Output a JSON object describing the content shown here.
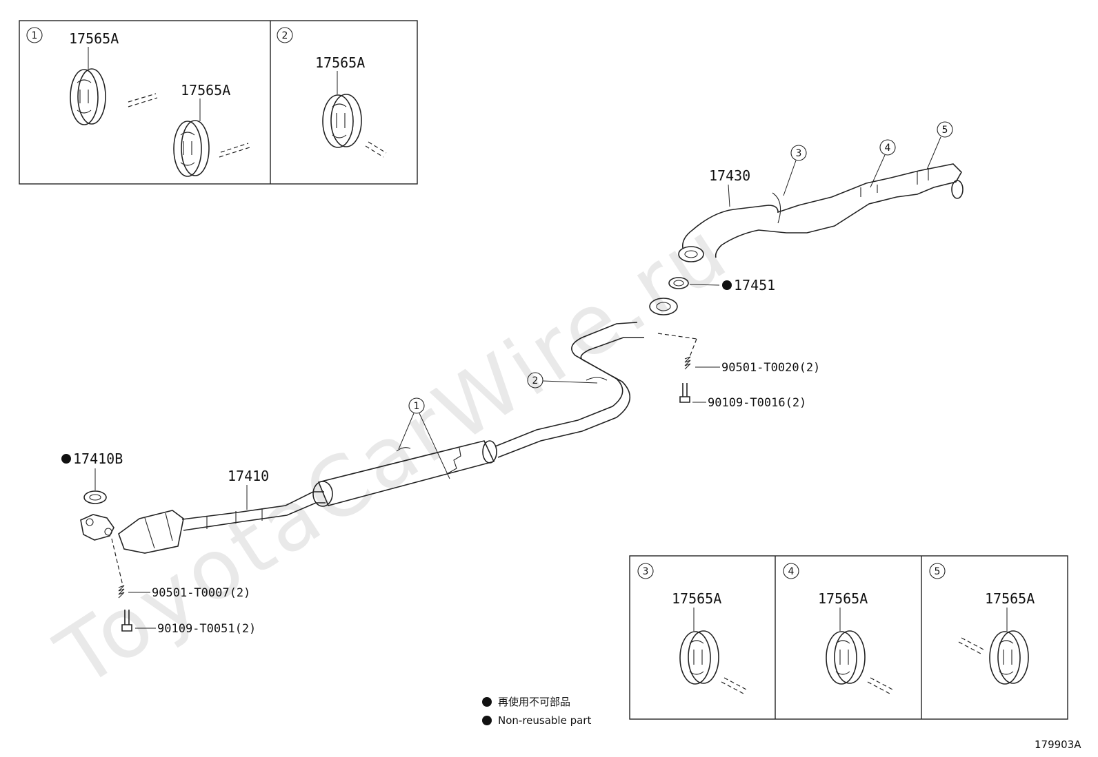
{
  "watermark": "ToyotaCarWire.ru",
  "drawing_id": "179903A",
  "legend": {
    "jp": "再使用不可部品",
    "en": "Non-reusable part"
  },
  "parts": {
    "p17430": "17430",
    "p17451": "17451",
    "p17410B": "17410B",
    "p17410": "17410",
    "bolt_spring_rear": "90501-T0020(2)",
    "stud_rear": "90109-T0016(2)",
    "bolt_spring_front": "90501-T0007(2)",
    "stud_front": "90109-T0051(2)"
  },
  "callouts": {
    "c1": "1",
    "c2": "2",
    "c3": "3",
    "c4": "4",
    "c5": "5"
  },
  "insets": [
    {
      "num": "1",
      "labels": [
        "17565A",
        "17565A"
      ]
    },
    {
      "num": "2",
      "labels": [
        "17565A"
      ]
    },
    {
      "num": "3",
      "labels": [
        "17565A"
      ]
    },
    {
      "num": "4",
      "labels": [
        "17565A"
      ]
    },
    {
      "num": "5",
      "labels": [
        "17565A"
      ]
    }
  ]
}
